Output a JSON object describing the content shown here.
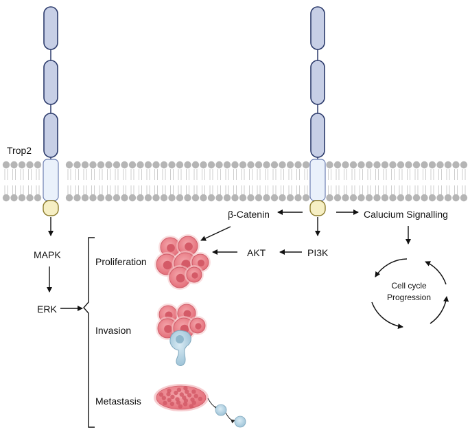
{
  "labels": {
    "receptor": "Trop2",
    "beta_catenin": "β-Catenin",
    "calcium": "Calucium Signalling",
    "mapk": "MAPK",
    "erk": "ERK",
    "akt": "AKT",
    "pi3k": "PI3K",
    "proliferation": "Proliferation",
    "invasion": "Invasion",
    "metastasis": "Metastasis",
    "cell_cycle_line1": "Cell cycle",
    "cell_cycle_line2": "Progression"
  },
  "colors": {
    "domain_fill": "#c7cfe6",
    "domain_stroke": "#2b3a6b",
    "transmembrane_fill": "#eaf1fb",
    "intracellular_fill": "#f6efc4",
    "intracellular_stroke": "#8a7a2a",
    "lipid_head": "#b5b5b5",
    "cell_pink": "#e9888f",
    "cell_dark": "#d45a67",
    "invasive_blue": "#b9d6e6"
  }
}
